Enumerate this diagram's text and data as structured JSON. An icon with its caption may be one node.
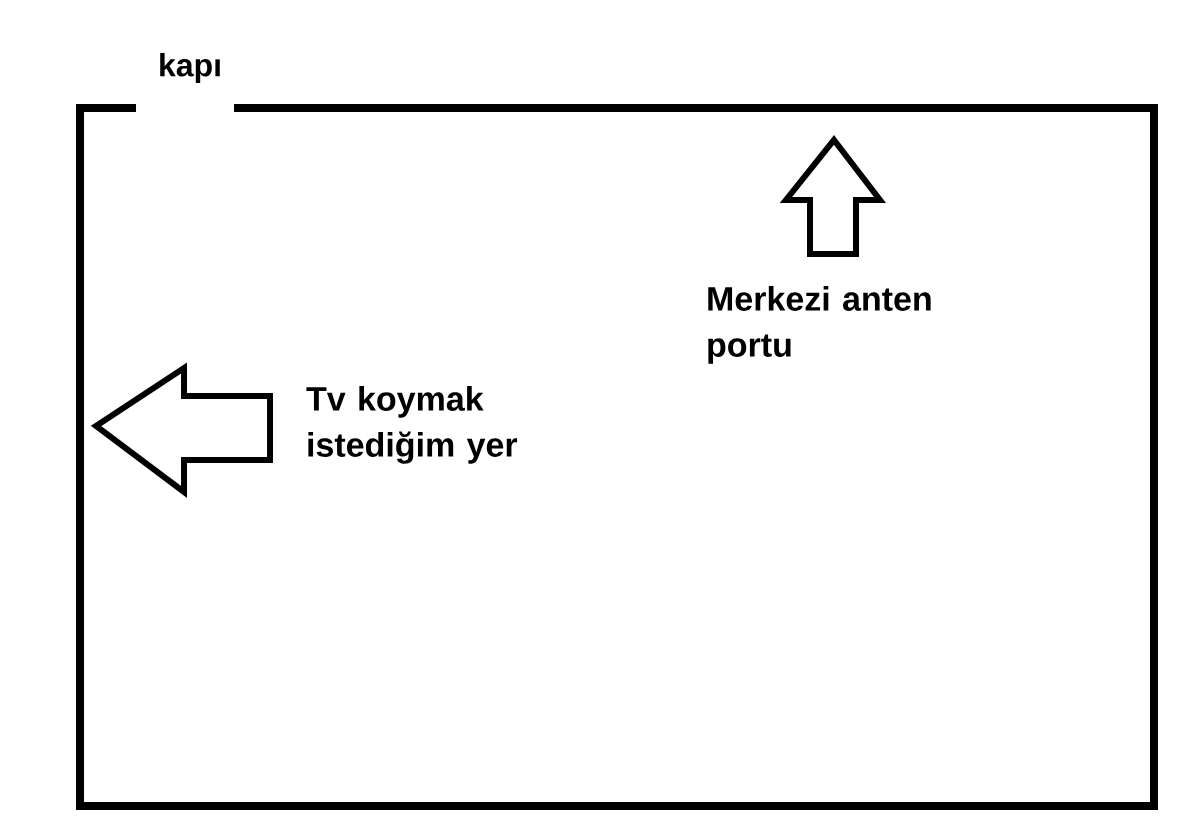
{
  "diagram": {
    "nodes": [
      {
        "text": [],
        "shape": "box"
      },
      {
        "text": [
          "Merkezi anten portu"
        ],
        "in": 0
      },
      {
        "text": [
          "Tv koymak istediğim yer"
        ],
        "in": 0
      }
    ],
    "edges": [
      {
        "from": 1,
        "to": null,
        "arrow": "to"
      },
      {
        "from": 2,
        "to": null,
        "arrow": "to"
      }
    ],
    "labels": [
      "kapı"
    ]
  }
}
